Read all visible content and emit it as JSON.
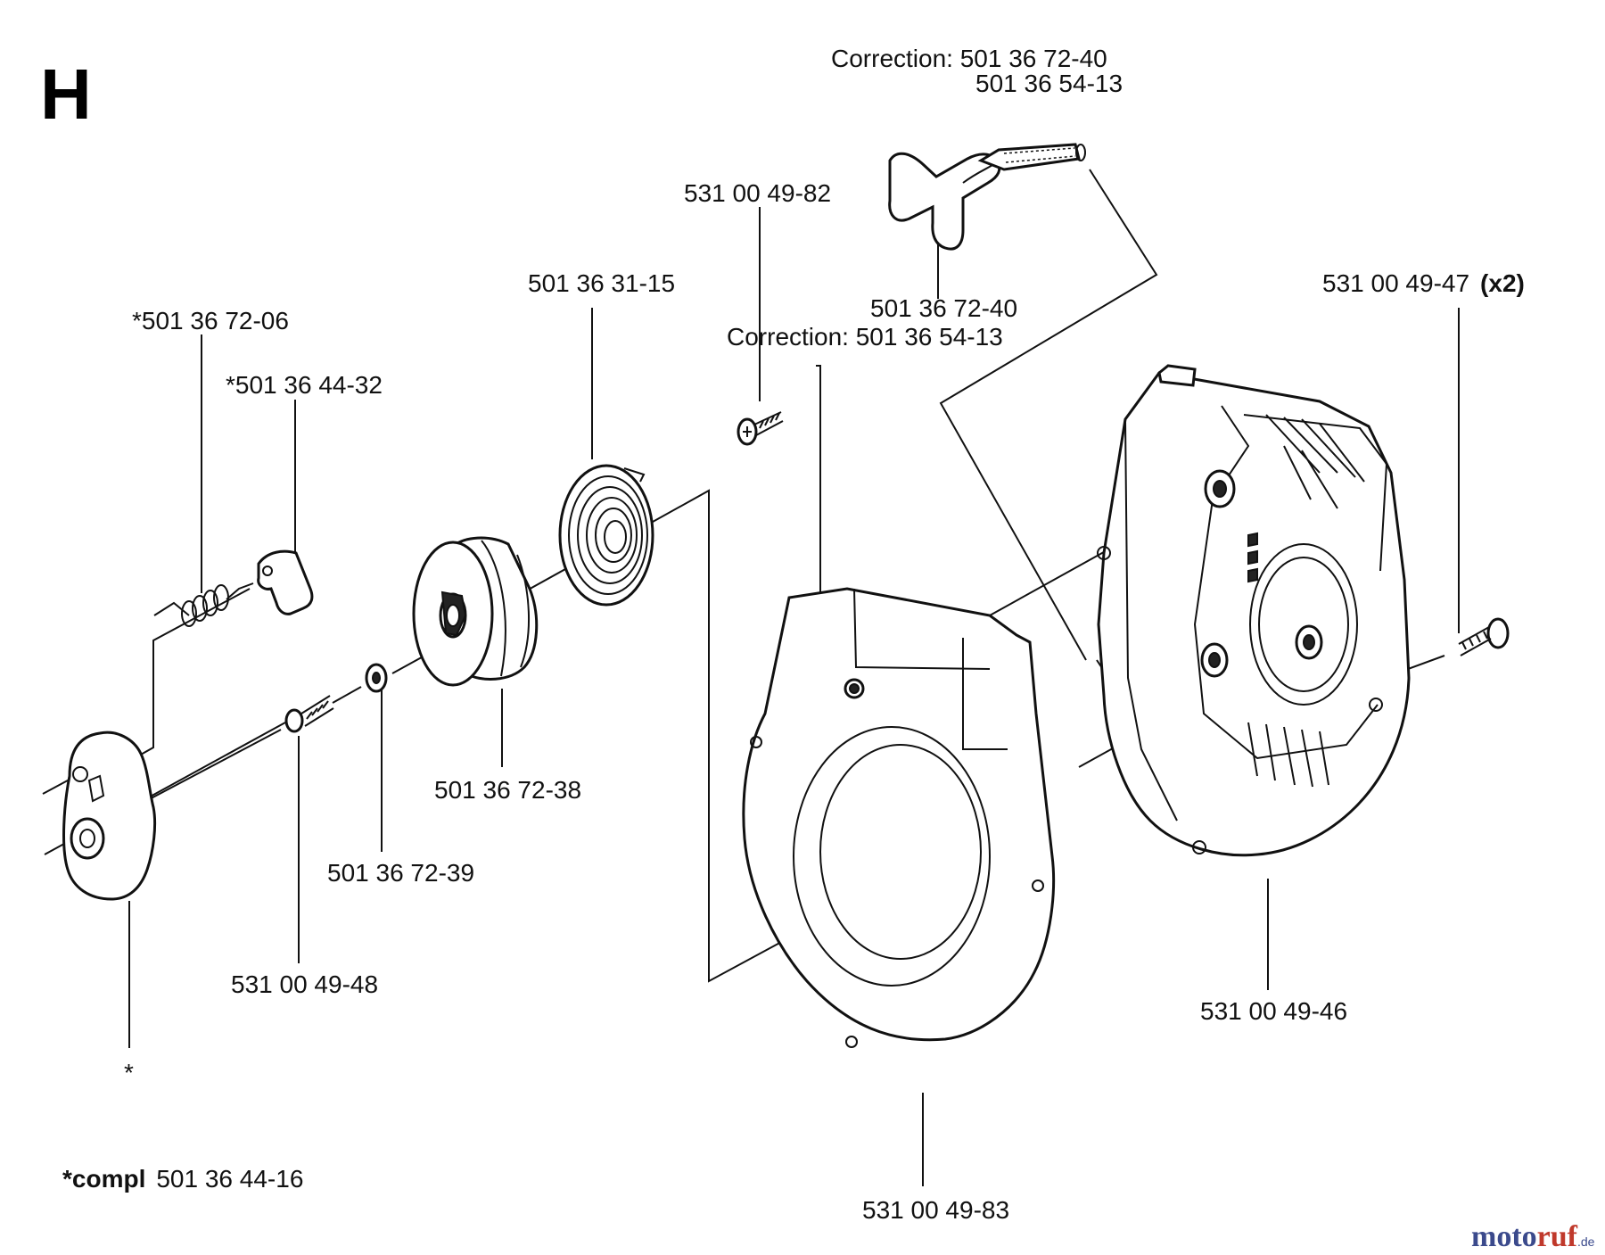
{
  "section_letter": "H",
  "labels": {
    "handle_correction": "Correction: 501 36 72-40",
    "handle_part": "501 36 54-13",
    "screw_top": "531 00 49-82",
    "spring": "501 36 31-15",
    "handle_part_lower": "501 36 72-40",
    "handle_correction_lower": "Correction: 501 36 54-13",
    "pawl_spring": "*501 36 72-06",
    "pawl": "*501 36 44-32",
    "screw_right": "531 00 49-47",
    "screw_right_qty": "(x2)",
    "pulley": "501 36 72-38",
    "washer": "501 36 72-39",
    "screw_center": "531 00 49-48",
    "starter_housing": "531 00 49-46",
    "hub_marker": "*",
    "cover": "531 00 49-83",
    "compl_prefix": "*compl",
    "compl_part": "501 36 44-16"
  },
  "watermark": {
    "part1": "moto",
    "part2": "ruf",
    "suffix": ".de"
  }
}
